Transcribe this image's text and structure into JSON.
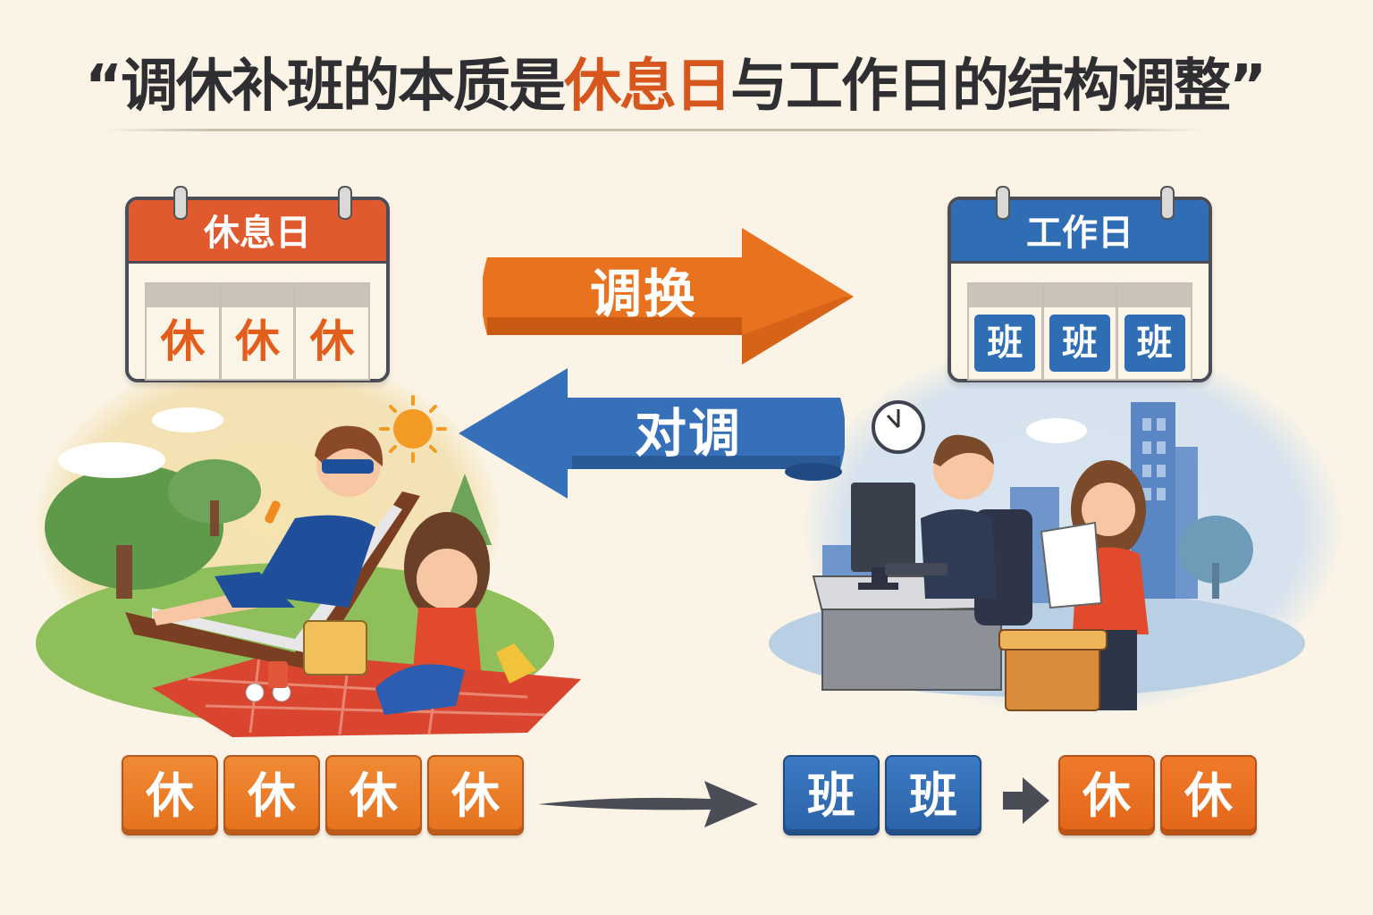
{
  "title": {
    "open_quote": "“",
    "part1": "调休补班的本质是",
    "highlight": "休息日",
    "part2": "与工作日的结构调整",
    "close_quote": "”"
  },
  "rest_calendar": {
    "header": "休息日",
    "cells": [
      "休",
      "休",
      "休"
    ],
    "color": "#e15a2e"
  },
  "work_calendar": {
    "header": "工作日",
    "cells": [
      "班",
      "班",
      "班"
    ],
    "color": "#2f6db5"
  },
  "arrows": {
    "swap": {
      "label": "调换",
      "direction": "right",
      "color": "#e8721e"
    },
    "exchange": {
      "label": "对调",
      "direction": "left",
      "color": "#3670b8"
    }
  },
  "scenes": {
    "leisure": "family-picnic-illustration",
    "office": "office-work-illustration"
  },
  "bottom_sequence": {
    "before": [
      "休",
      "休",
      "休",
      "休"
    ],
    "after_work": [
      "班",
      "班"
    ],
    "after_rest": [
      "休",
      "休"
    ]
  },
  "colors": {
    "rest": "#e8721e",
    "work": "#2f6db5",
    "title": "#2f2f33",
    "highlight": "#d6561e",
    "background": "#fbf4e6"
  }
}
